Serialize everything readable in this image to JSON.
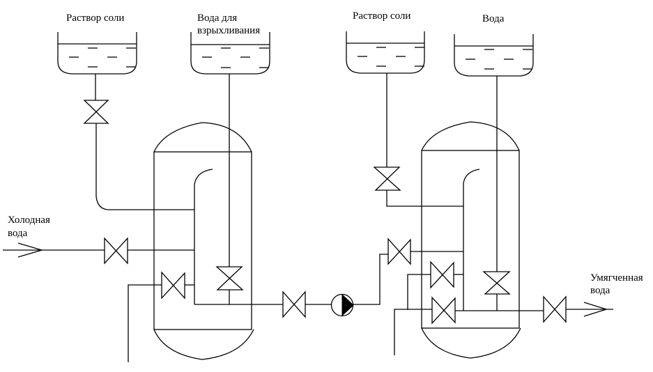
{
  "diagram": {
    "title": "Water softening scheme (two ion-exchange filters)",
    "colors": {
      "line": "#000000",
      "background": "#ffffff"
    },
    "tanks": [
      {
        "id": "tank-salt-1",
        "label": "Раствор соли"
      },
      {
        "id": "tank-loosening-water",
        "label_lines": [
          "Вода для",
          "взрыхливания"
        ]
      },
      {
        "id": "tank-salt-2",
        "label": "Раствор соли"
      },
      {
        "id": "tank-water",
        "label": "Вода"
      }
    ],
    "inlet": {
      "label_lines": [
        "Холодная",
        "вода"
      ]
    },
    "outlet": {
      "label_lines": [
        "Умягченная",
        "вода"
      ]
    },
    "components": {
      "vessels": 2,
      "valves": 11,
      "pumps": 1
    }
  }
}
